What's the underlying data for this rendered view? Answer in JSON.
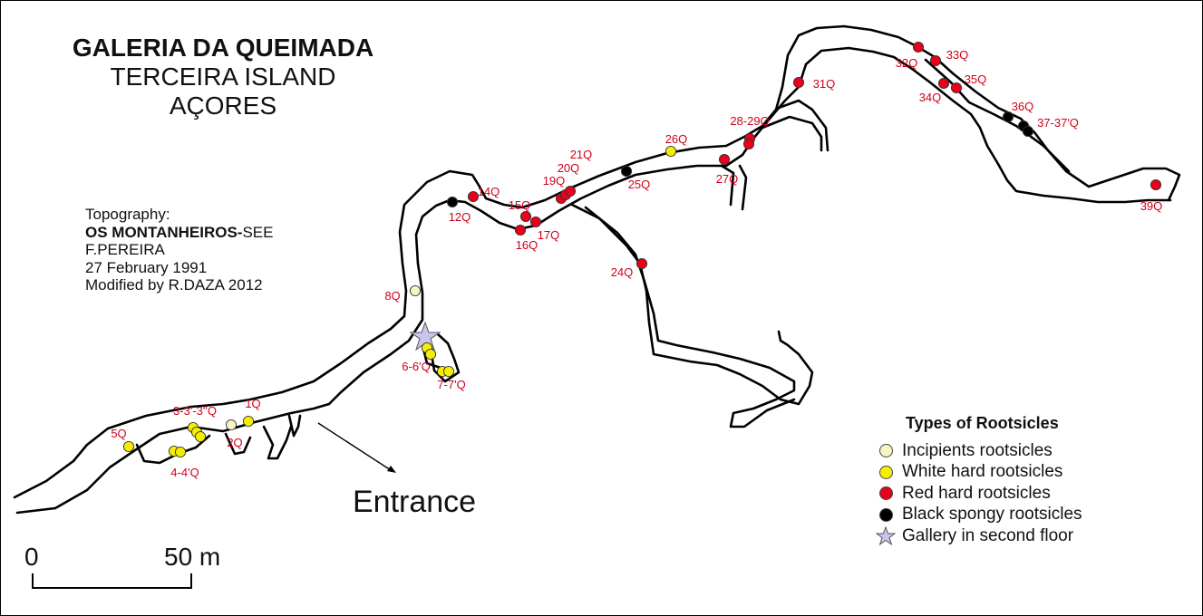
{
  "title": {
    "line1": "GALERIA DA QUEIMADA",
    "line2": "TERCEIRA ISLAND",
    "line3": "AÇORES"
  },
  "credits": {
    "label": "Topography:",
    "org_bold": "OS MONTANHEIROS-",
    "org_rest": "SEE",
    "author": "F.PEREIRA",
    "date": "27 February 1991",
    "modified": "Modified by R.DAZA 2012"
  },
  "entrance_label": "Entrance",
  "scale": {
    "zero": "0",
    "fifty": "50 m"
  },
  "legend": {
    "title": "Types of Rootsicles",
    "items": [
      {
        "key": "incipient",
        "label": "Incipients rootsicles",
        "color": "#f8f4c4"
      },
      {
        "key": "white",
        "label": "White hard rootsicles",
        "color": "#f5ee00"
      },
      {
        "key": "red",
        "label": "Red hard rootsicles",
        "color": "#e8001c"
      },
      {
        "key": "black",
        "label": "Black spongy rootsicles",
        "color": "#000000"
      },
      {
        "key": "star",
        "label": "Gallery in second floor",
        "color": "#c8c4ee"
      }
    ]
  },
  "samples": [
    {
      "label": "1Q",
      "type": "white"
    },
    {
      "label": "2Q",
      "type": "incipient"
    },
    {
      "label": "3-3'-3''Q",
      "type": "white"
    },
    {
      "label": "4-4'Q",
      "type": "white"
    },
    {
      "label": "5Q",
      "type": "white"
    },
    {
      "label": "6-6'Q",
      "type": "white"
    },
    {
      "label": "7-7'Q",
      "type": "white"
    },
    {
      "label": "8Q",
      "type": "incipient"
    },
    {
      "label": "12Q",
      "type": "black"
    },
    {
      "label": "14Q",
      "type": "red"
    },
    {
      "label": "15Q",
      "type": "red"
    },
    {
      "label": "16Q",
      "type": "red"
    },
    {
      "label": "17Q",
      "type": "red"
    },
    {
      "label": "19Q",
      "type": "red"
    },
    {
      "label": "20Q",
      "type": "red"
    },
    {
      "label": "21Q",
      "type": "red"
    },
    {
      "label": "24Q",
      "type": "red"
    },
    {
      "label": "25Q",
      "type": "black"
    },
    {
      "label": "26Q",
      "type": "white"
    },
    {
      "label": "27Q",
      "type": "red"
    },
    {
      "label": "28-29Q",
      "type": "red"
    },
    {
      "label": "31Q",
      "type": "red"
    },
    {
      "label": "32Q",
      "type": "red"
    },
    {
      "label": "33Q",
      "type": "red"
    },
    {
      "label": "34Q",
      "type": "red"
    },
    {
      "label": "35Q",
      "type": "red"
    },
    {
      "label": "36Q",
      "type": "black"
    },
    {
      "label": "37-37'Q",
      "type": "black"
    },
    {
      "label": "39Q",
      "type": "red"
    }
  ]
}
